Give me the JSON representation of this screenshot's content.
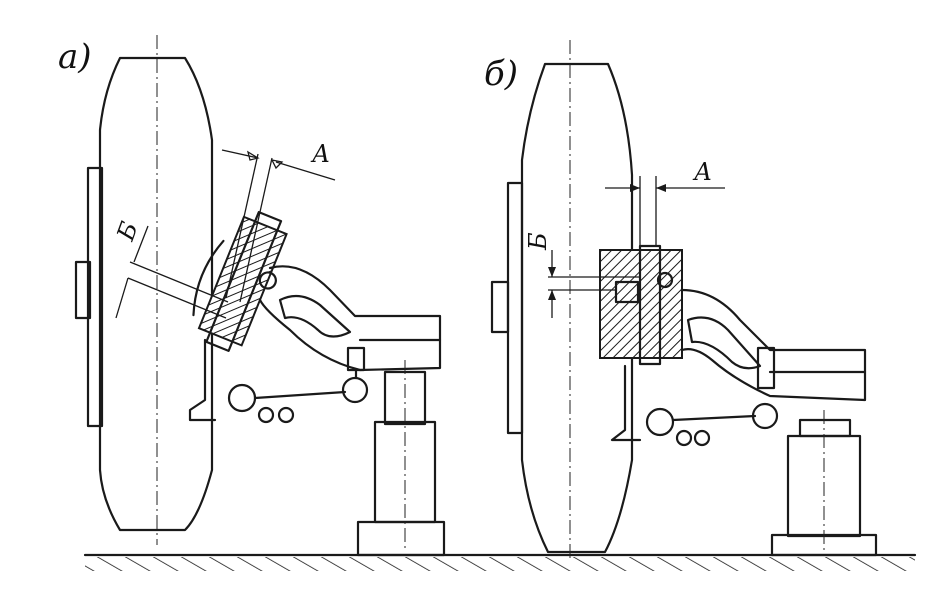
{
  "figure": {
    "panel_a": {
      "label": "а)",
      "dim_a": "А",
      "dim_b": "Б"
    },
    "panel_b": {
      "label": "б)",
      "dim_a": "А",
      "dim_b": "Б"
    }
  },
  "colors": {
    "ink": "#1a1a1a",
    "paper": "#ffffff"
  }
}
